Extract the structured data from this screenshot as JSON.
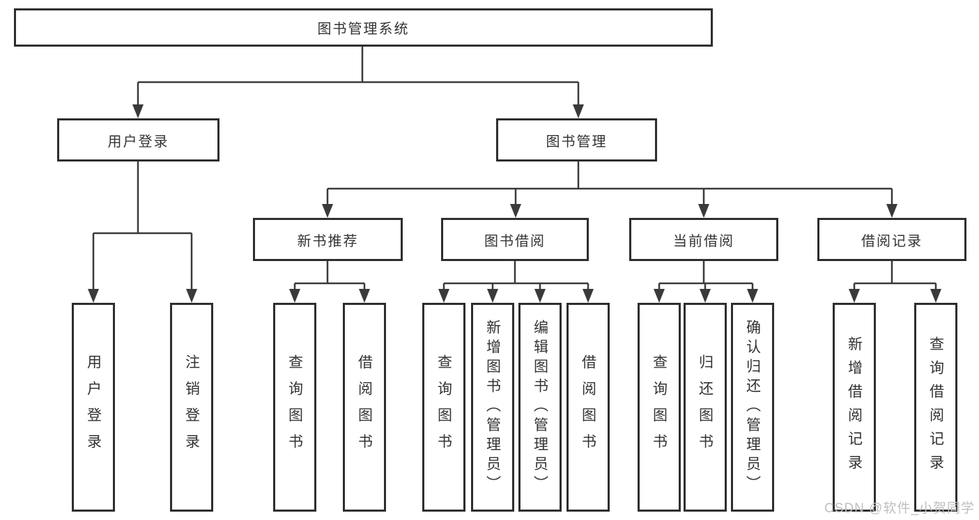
{
  "title": "图书管理系统",
  "colors": {
    "background": "#ffffff",
    "line": "#3a3a3a",
    "box_border": "#2e2e2e",
    "text": "#333333",
    "watermark_text": "#bfbfbf"
  },
  "nodes": {
    "root": "图书管理系统",
    "user_login": "用户登录",
    "book_management": "图书管理",
    "login": "用户登录",
    "logout": "注销登录",
    "new_book_recommend": "新书推荐",
    "book_borrow": "图书借阅",
    "current_borrow": "当前借阅",
    "borrow_records": "借阅记录",
    "query_books_a": "查询图书",
    "borrow_books_a": "借阅图书",
    "query_books_b": "查询图书",
    "add_books_admin": "新增图书（管理员）",
    "edit_books_admin": "编辑图书（管理员）",
    "borrow_books_b": "借阅图书",
    "query_books_c": "查询图书",
    "return_books": "归还图书",
    "confirm_return_admin": "确认归还（管理员）",
    "add_borrow_record": "新增借阅记录",
    "query_borrow_record": "查询借阅记录"
  },
  "hierarchy": {
    "图书管理系统": {
      "用户登录": [
        "用户登录",
        "注销登录"
      ],
      "图书管理": {
        "新书推荐": [
          "查询图书",
          "借阅图书"
        ],
        "图书借阅": [
          "查询图书",
          "新增图书（管理员）",
          "编辑图书（管理员）",
          "借阅图书"
        ],
        "当前借阅": [
          "查询图书",
          "归还图书",
          "确认归还（管理员）"
        ],
        "借阅记录": [
          "新增借阅记录",
          "查询借阅记录"
        ]
      }
    }
  },
  "watermark": {
    "text": "CSDN @软件_小贺同学"
  }
}
